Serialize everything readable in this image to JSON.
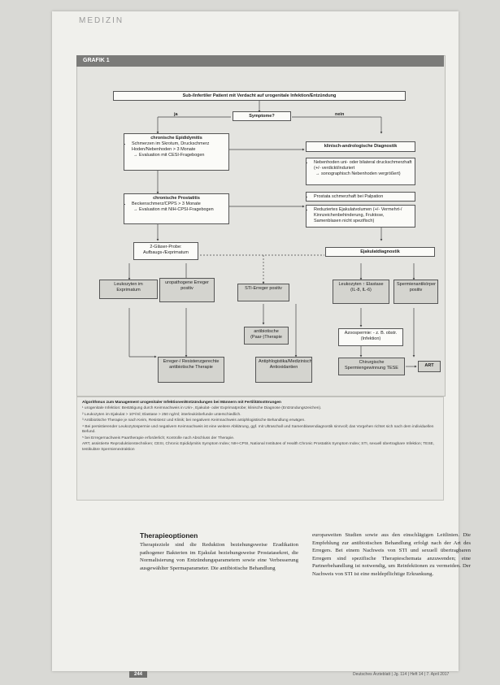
{
  "header": {
    "section": "MEDIZIN"
  },
  "figure": {
    "label": "GRAFIK 1",
    "nodes": {
      "top": "Sub-/Infertiler Patient mit Verdacht auf urogenitale Infektion/Entzündung",
      "symptoms_question": "Symptome?",
      "yes": "ja",
      "no": "nein",
      "epididymitis_title": "chronische Epididymitis",
      "epididymitis_item": "Schmerzen im Skrotum, Druckschmerz Hoden/Nebenhoden > 3 Monate",
      "epididymitis_sub": "→ Evaluation mit CESI-Fragebogen",
      "andro_diag": "klinisch-andrologische Diagnostik",
      "andro_item1": "Nebenhoden uni- oder bilateral druckschmerzhaft (+/- verdickt/induriert",
      "andro_item1_sub": "→ sonographisch Nebenhoden vergrößert)",
      "prostatitis_title": "chronische Prostatitis",
      "prostatitis_item": "Beckenschmerz/CPPS > 3 Monate",
      "prostatitis_sub": "→ Evaluation mit NIH-CPSI-Fragebogen",
      "prostate_palp": "Prostata schmerzhaft bei Palpation",
      "seminal_item": "Reduziertes Ejakulatvolumen (+/- Vermehrt-/ Kinnzeichenbehinderung, Fruktose, Samenblasen nicht spezifisch)",
      "two_glass": "2-Gläser-Probe: Aufbaugs-/Exprimatum",
      "ejaculate": "Ejakulatdiagnostik",
      "leuko_expr": "Leukozyten im Exprimatum",
      "pathogen_uropath": "uropathogene Erreger positiv",
      "sti_pathogen": "STI-Erreger positiv",
      "leuko_ejac": "Leukozyten ↑ Elastase (IL-8, IL-6)",
      "sperm_antibodies": "Spermienantikörper positiv",
      "antibiotic_therapy": "antibiotische (Paar-)Therapie",
      "azoospermia": "Azoospermie: - z. B. obstr. (Infektion)",
      "pathogen_therapy": "Erreger-/ Resistenzgerechte antibiotische Therapie",
      "antiinflammatory": "Antiphlogistika/Medizinische Antioxidantien",
      "surgical": "Chirurgische Spermiengewinnung TESE",
      "art": "ART"
    }
  },
  "legend": {
    "title": "Algorithmus zum Management urogenitaler Infektionen/Entzündungen bei Männern mit Fertilitätsstörungen",
    "notes": [
      "¹ urogenitale Infektion: Bestätigung durch Keimnachweis in Urin-, Ejakulat- oder Exprimatprobe; klinische Diagnose (Entzündungszeichen).",
      "² Leukozyten im Ejakulat > 10⁶/ml; Elastase > 250 ng/ml; interleukinbefunde unterschiedlich.",
      "³ Antibiotische Therapie je nach Keim, Resistenz und Klinik; bei negativem Keimnachweis antiphlogistische Behandlung erwägen.",
      "⁴ Bei persistierender Leukozytospermie und negativem Keimnachweis ist eine weitere Abklärung, ggf. mit Ultraschall und Samenblasendiagnostik sinnvoll; das Vorgehen richtet sich nach dem individuellen Befund.",
      "⁵ bei Erregernachweis Paartherapie erforderlich; Kontrolle nach Abschluss der Therapie.",
      "ART, assistierte Reproduktionstechniken; CESI, Chronic Epididymitis Symptom Index; NIH-CPSI, National Institutes of Health Chronic Prostatitis Symptom Index; STI, sexuell übertragbare Infektion; TESE, testikuläre Spermienextraktion"
    ]
  },
  "body": {
    "heading": "Therapieoptionen",
    "left_col": "Therapieziele sind die Reduktion beziehungsweise Eradikation pathogener Bakterien im Ejakulat beziehungsweise Prostatasekret, die Normalisierung von Entzündungsparametern sowie eine Verbesserung ausgewählter Spermaparameter. Die antibiotische Behandlung",
    "right_col": "europaweiten Studien sowie aus den einschlägigen Leitlinien. Die Empfehlung zur antibiotischen Behandlung erfolgt nach der Art des Erregers. Bei einem Nachweis von STI und sexuell übertragbaren Erregern sind spezifische Therapieschemata anzuwenden; eine Partnerbehandlung ist notwendig, um Reinfektionen zu vermeiden. Der Nachweis von STI ist eine meldepflichtige Erkrankung."
  },
  "footer": {
    "page_number": "244",
    "journal": "Deutsches Ärzteblatt | Jg. 114 | Heft 14 | 7. April 2017"
  }
}
